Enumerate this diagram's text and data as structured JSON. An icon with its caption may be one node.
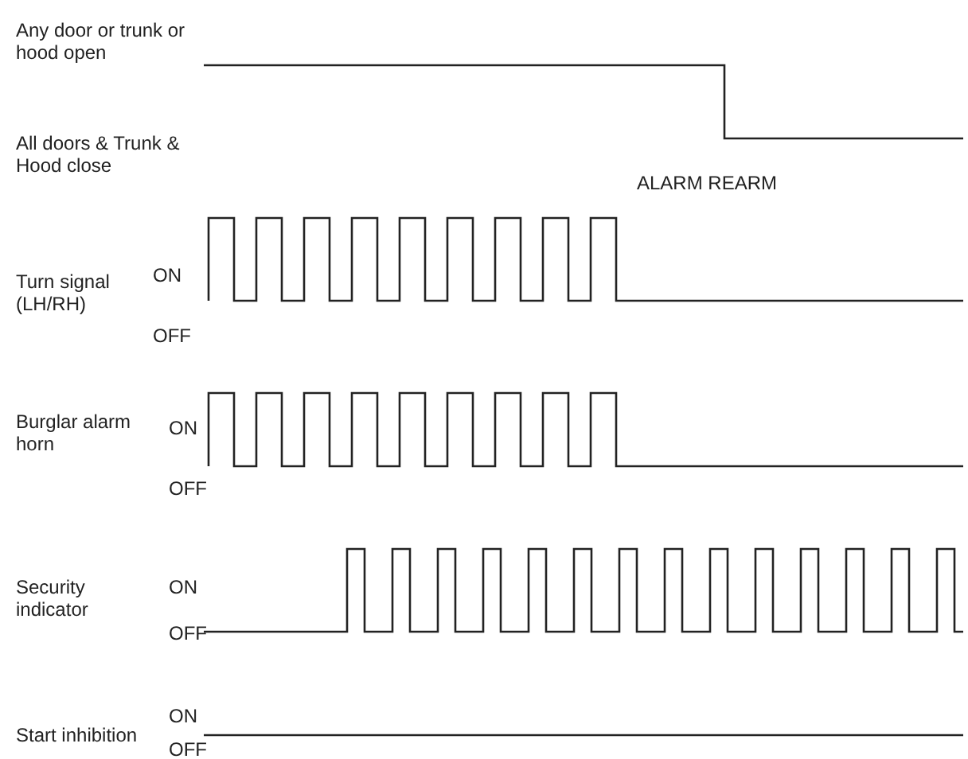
{
  "diagram": {
    "labels": [
      "Any door or trunk or hood open",
      "All doors & Trunk & Hood close",
      "ALARM REARM",
      "Turn signal (LH/RH)",
      "ON",
      "OFF",
      "Burglar alarm horn",
      "ON",
      "OFF",
      "Security indicator",
      "ON",
      "OFF",
      "Start inhibition",
      "ON",
      "OFF"
    ]
  }
}
